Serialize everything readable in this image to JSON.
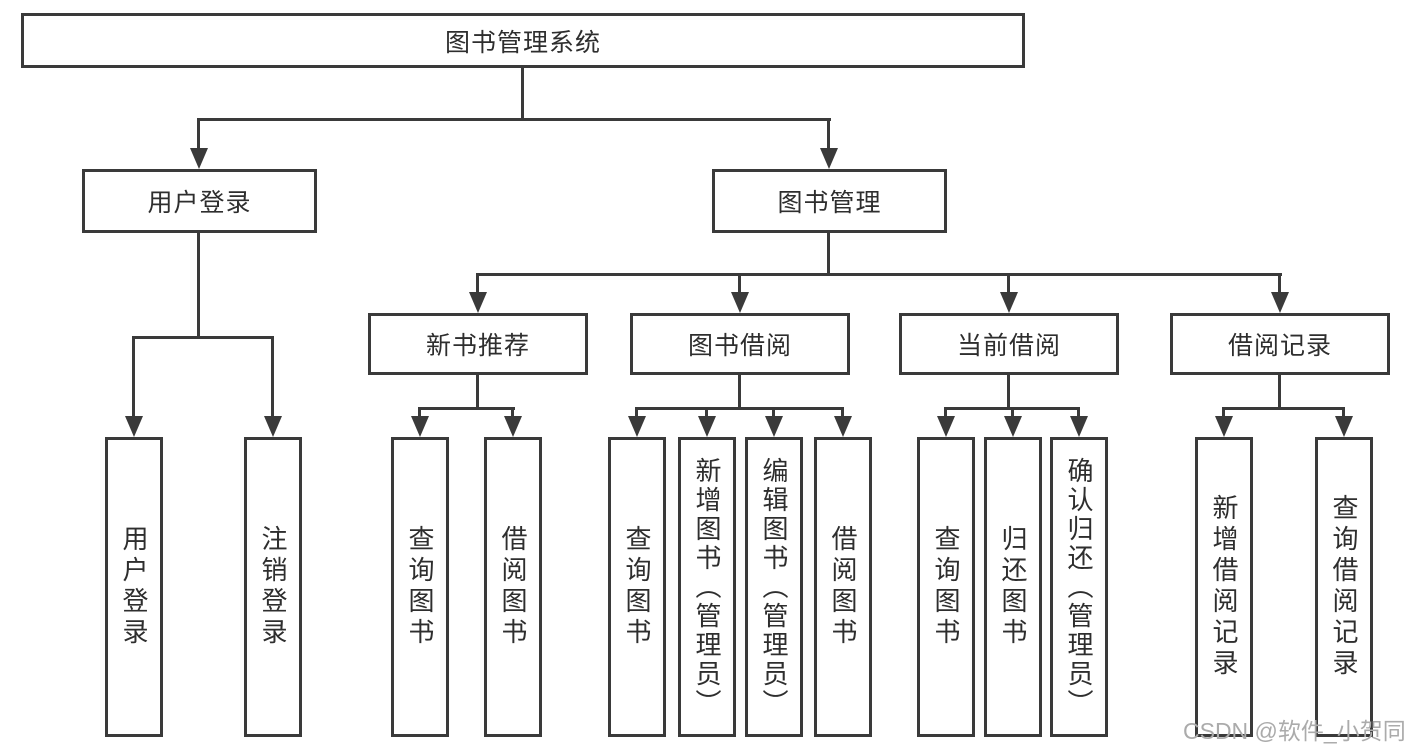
{
  "diagram": {
    "type": "hierarchy-tree",
    "colors": {
      "line": "#3a3a3a",
      "box_border": "#3a3a3a",
      "text": "#2e2e2e",
      "background": "#ffffff",
      "watermark": "#ababab"
    },
    "watermark": "CSDN @软件_小贺同学",
    "nodes": {
      "root": {
        "label": "图书管理系统"
      },
      "user_login": {
        "label": "用户登录"
      },
      "book_management": {
        "label": "图书管理"
      },
      "new_book_recommend": {
        "label": "新书推荐"
      },
      "book_borrow": {
        "label": "图书借阅"
      },
      "current_borrow": {
        "label": "当前借阅"
      },
      "borrow_records": {
        "label": "借阅记录"
      },
      "leaf_user_login": {
        "label": "用户登录"
      },
      "leaf_logout": {
        "label": "注销登录"
      },
      "leaf_nb_query_book": {
        "label": "查询图书"
      },
      "leaf_nb_borrow_book": {
        "label": "借阅图书"
      },
      "leaf_bb_query_book": {
        "label": "查询图书"
      },
      "leaf_bb_add_book": {
        "label": "新增图书（管理员）"
      },
      "leaf_bb_edit_book": {
        "label": "编辑图书（管理员）"
      },
      "leaf_bb_borrow_book": {
        "label": "借阅图书"
      },
      "leaf_cb_query_book": {
        "label": "查询图书"
      },
      "leaf_cb_return_book": {
        "label": "归还图书"
      },
      "leaf_cb_confirm_return": {
        "label": "确认归还（管理员）"
      },
      "leaf_br_add_record": {
        "label": "新增借阅记录"
      },
      "leaf_br_query_record": {
        "label": "查询借阅记录"
      }
    },
    "edges": [
      "图书管理系统→用户登录",
      "图书管理系统→图书管理",
      "用户登录→用户登录(叶)",
      "用户登录→注销登录",
      "图书管理→新书推荐",
      "图书管理→图书借阅",
      "图书管理→当前借阅",
      "图书管理→借阅记录",
      "新书推荐→查询图书",
      "新书推荐→借阅图书",
      "图书借阅→查询图书",
      "图书借阅→新增图书（管理员）",
      "图书借阅→编辑图书（管理员）",
      "图书借阅→借阅图书",
      "当前借阅→查询图书",
      "当前借阅→归还图书",
      "当前借阅→确认归还（管理员）",
      "借阅记录→新增借阅记录",
      "借阅记录→查询借阅记录"
    ]
  }
}
